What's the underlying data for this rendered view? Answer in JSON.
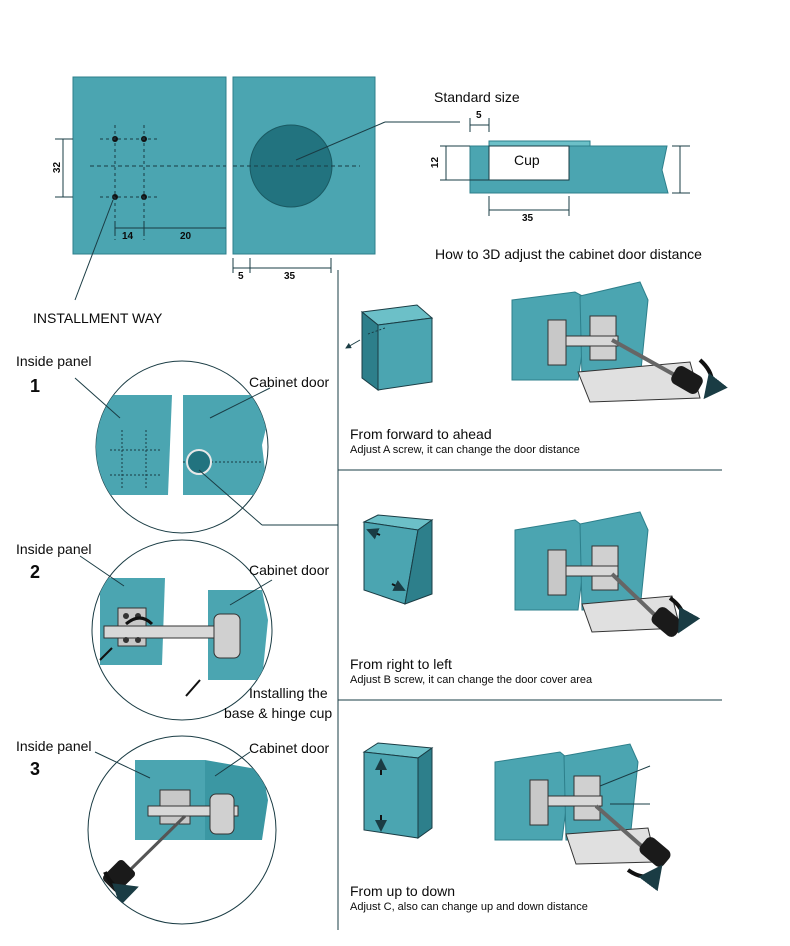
{
  "colors": {
    "panel": "#4ba5b1",
    "panel_light": "#6cc0c8",
    "panel_dark": "#2d7f8b",
    "circle": "#22737f",
    "line": "#1a3c44",
    "screwdriver": "#1a1a1a",
    "metal": "#c8c8c8"
  },
  "top": {
    "standard_size": "Standard size",
    "cup_label": "Cup",
    "dims": {
      "d32": "32",
      "d14": "14",
      "d20": "20",
      "d5_bottom": "5",
      "d35_bottom": "35",
      "d5_top": "5",
      "d12": "12",
      "d35_side": "35"
    },
    "adjust_title": "How to 3D adjust the cabinet door distance"
  },
  "install": {
    "title": "INSTALLMENT WAY",
    "steps": [
      {
        "number": "1",
        "left_label": "Inside panel",
        "right_label": "Cabinet door"
      },
      {
        "number": "2",
        "left_label": "Inside panel",
        "right_label": "Cabinet door",
        "extra_line1": "Installing the",
        "extra_line2": "base & hinge cup"
      },
      {
        "number": "3",
        "left_label": "Inside panel",
        "right_label": "Cabinet door"
      }
    ]
  },
  "adjustments": [
    {
      "title": "From forward to ahead",
      "desc": "Adjust A screw, it can change the door distance"
    },
    {
      "title": "From right to left",
      "desc": "Adjust B screw, it can change the door cover area"
    },
    {
      "title": "From up to down",
      "desc": "Adjust C, also can change up and down distance"
    }
  ]
}
